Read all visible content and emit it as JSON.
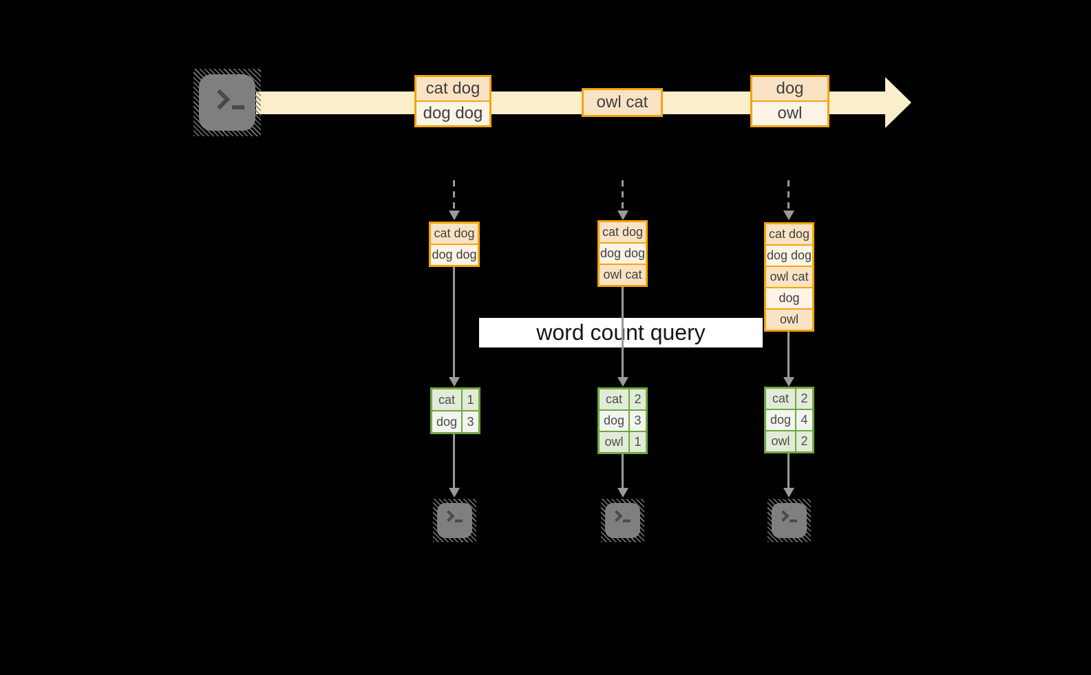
{
  "colors": {
    "background": "#000000",
    "stream_band": "#FBEFCB",
    "event_border": "#F2A60C",
    "event_fill_dark": "#FAE3C4",
    "event_fill_light": "#FDF3E6",
    "result_border": "#70A83F",
    "result_fill_dark": "#E2EBD8",
    "result_fill_light": "#F2F6EE",
    "arrow": "#9A9A9A",
    "terminal_icon": "#7F7F7F"
  },
  "stream": {
    "events": [
      {
        "rows": [
          "cat dog",
          "dog dog"
        ]
      },
      {
        "rows": [
          "owl cat"
        ]
      },
      {
        "rows": [
          "dog",
          "owl"
        ]
      }
    ]
  },
  "batches": [
    {
      "rows": [
        "cat dog",
        "dog dog"
      ]
    },
    {
      "rows": [
        "cat dog",
        "dog dog",
        "owl cat"
      ]
    },
    {
      "rows": [
        "cat dog",
        "dog dog",
        "owl cat",
        "dog",
        "owl"
      ]
    }
  ],
  "query": {
    "label": "word count query"
  },
  "results": [
    {
      "rows": [
        {
          "word": "cat",
          "count": 1
        },
        {
          "word": "dog",
          "count": 3
        }
      ]
    },
    {
      "rows": [
        {
          "word": "cat",
          "count": 2
        },
        {
          "word": "dog",
          "count": 3
        },
        {
          "word": "owl",
          "count": 1
        }
      ]
    },
    {
      "rows": [
        {
          "word": "cat",
          "count": 2
        },
        {
          "word": "dog",
          "count": 4
        },
        {
          "word": "owl",
          "count": 2
        }
      ]
    }
  ]
}
